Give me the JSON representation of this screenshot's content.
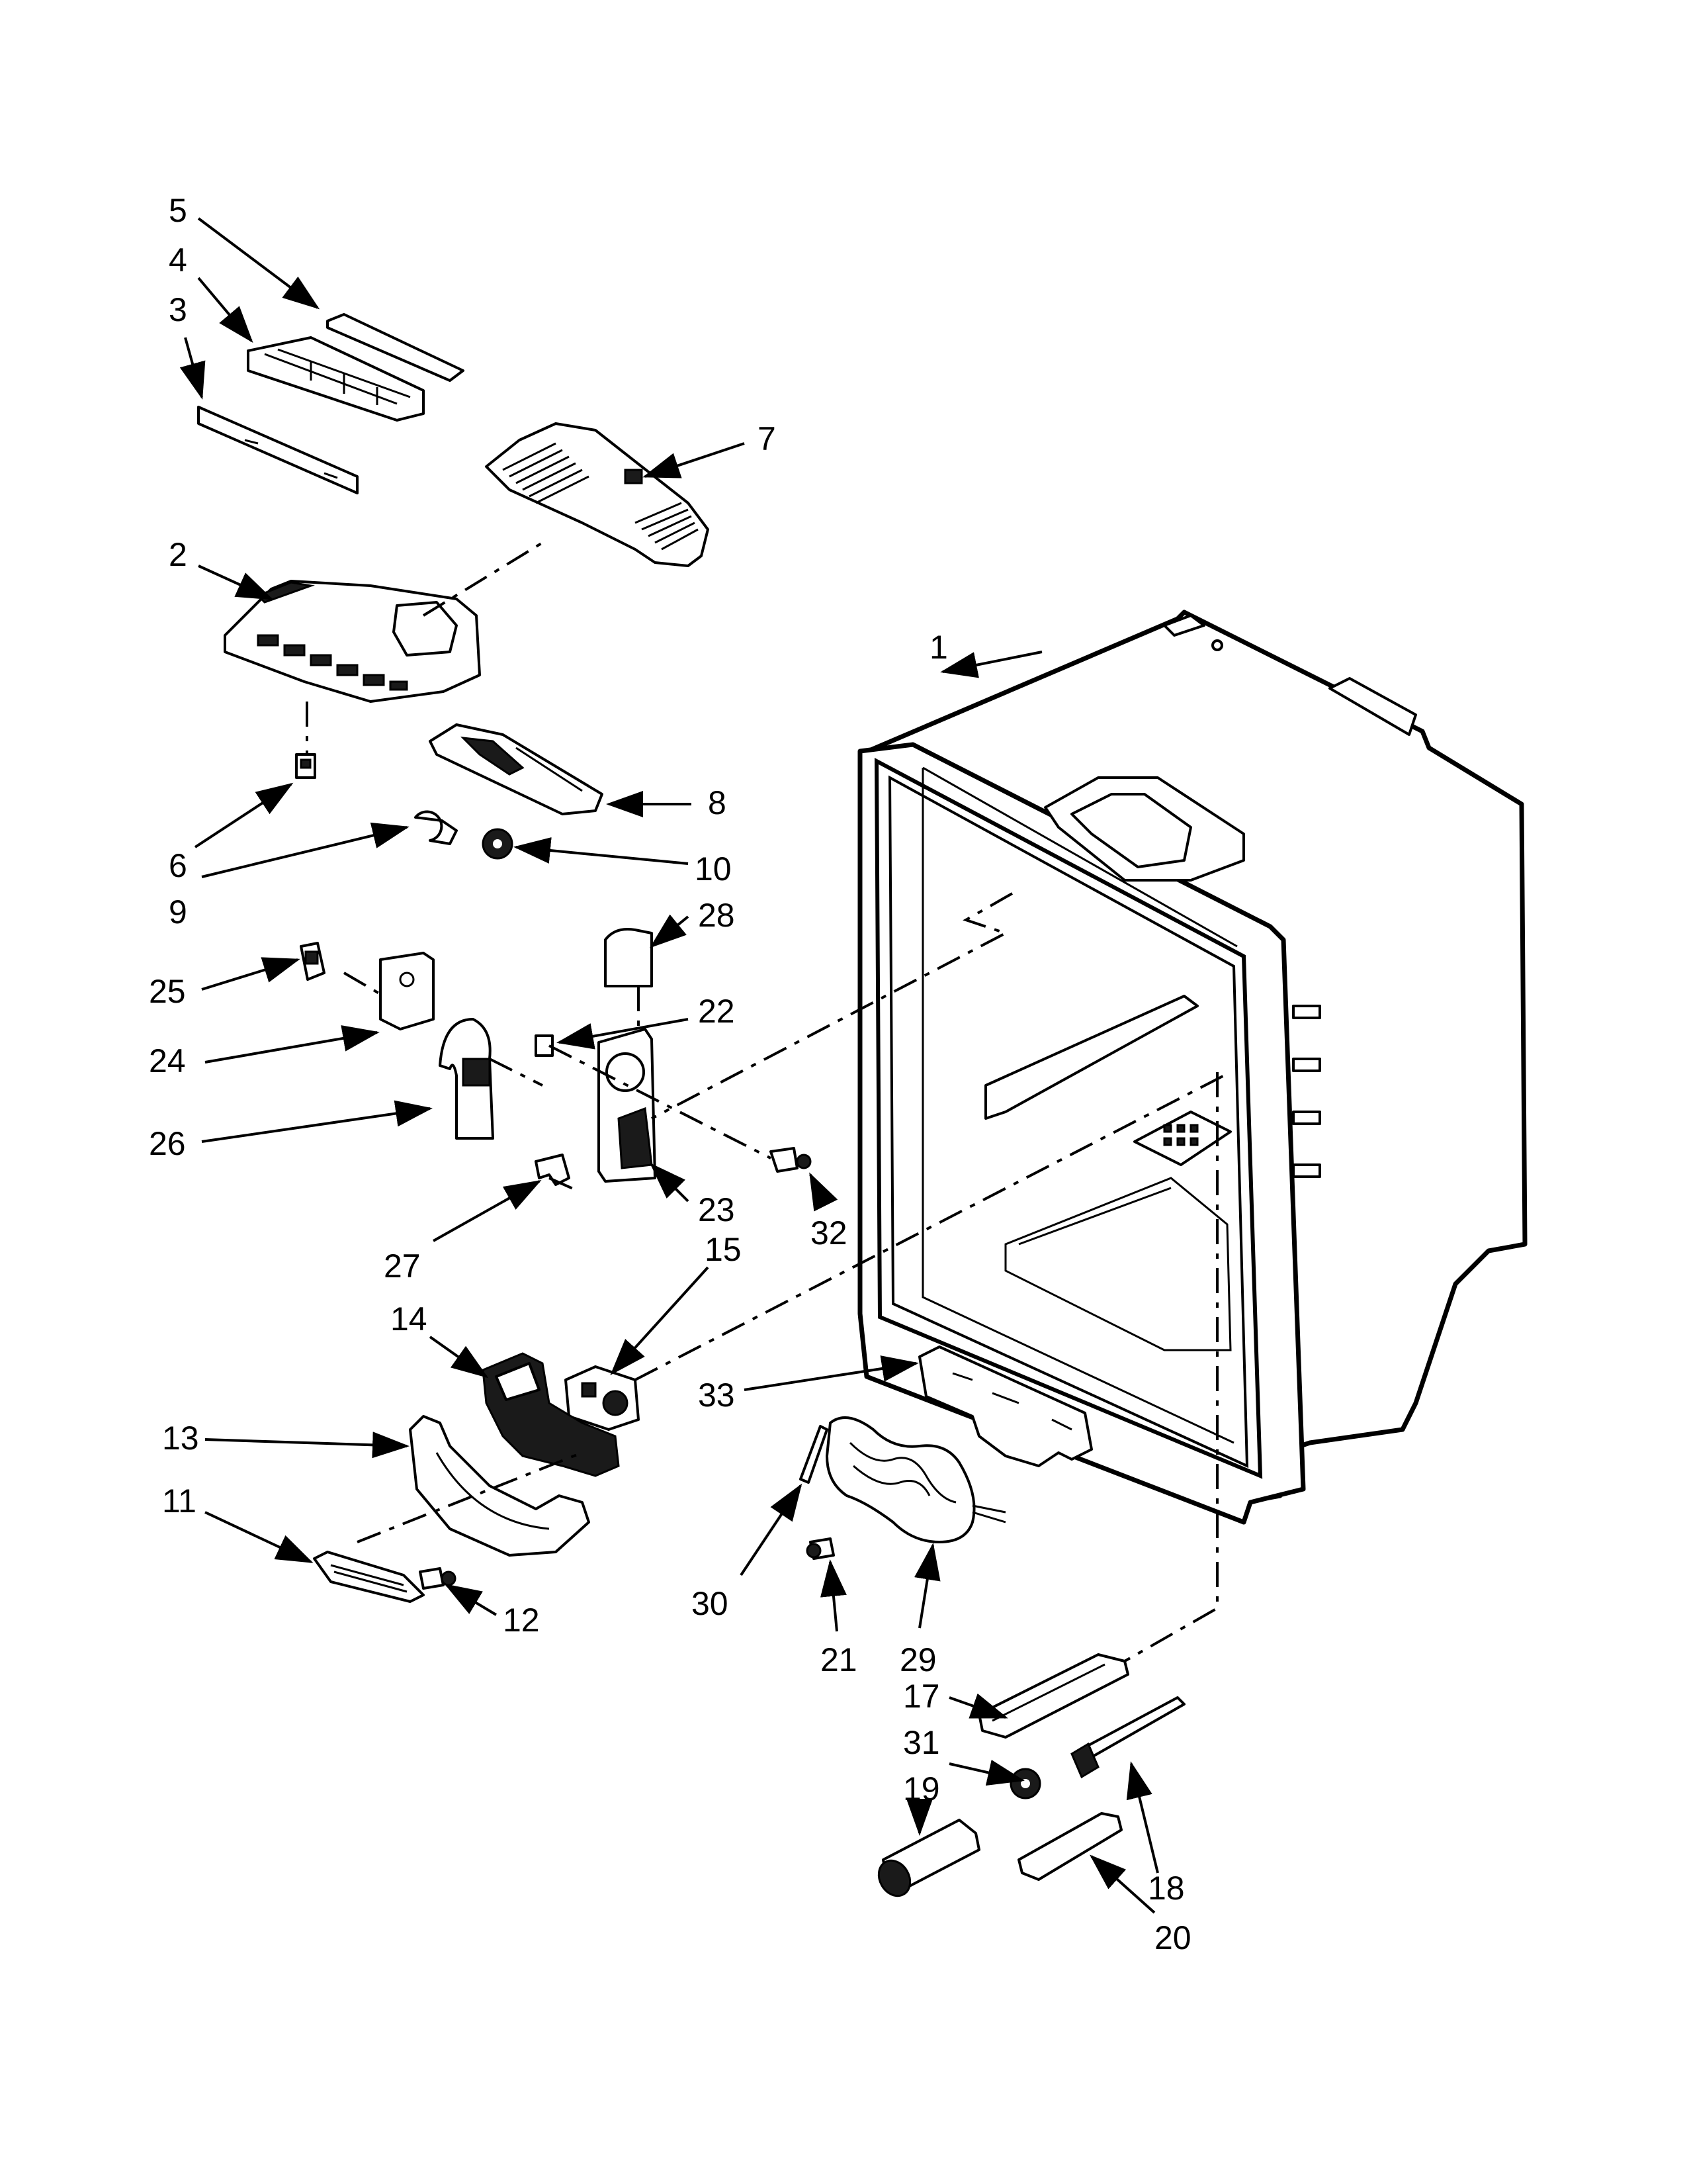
{
  "labels": {
    "l1": "1",
    "l2": "2",
    "l3": "3",
    "l4": "4",
    "l5": "5",
    "l6": "6",
    "l7": "7",
    "l8": "8",
    "l9": "9",
    "l10": "10",
    "l11": "11",
    "l12": "12",
    "l13": "13",
    "l14": "14",
    "l15": "15",
    "l17": "17",
    "l18": "18",
    "l19": "19",
    "l20": "20",
    "l21": "21",
    "l22": "22",
    "l23": "23",
    "l24": "24",
    "l25": "25",
    "l26": "26",
    "l27": "27",
    "l28": "28",
    "l29": "29",
    "l30": "30",
    "l31": "31",
    "l32": "32",
    "l33": "33"
  }
}
